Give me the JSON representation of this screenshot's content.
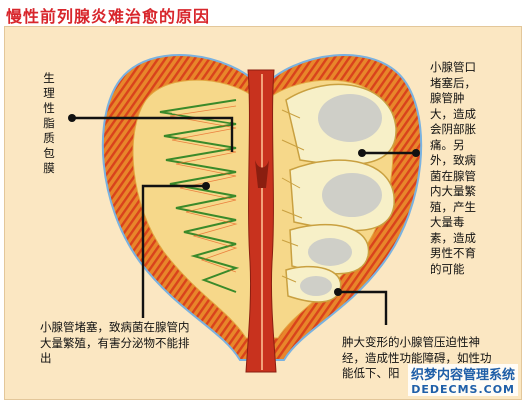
{
  "page": {
    "title": "慢性前列腺炎难治愈的原因"
  },
  "callouts": {
    "membrane": "生理性脂质包膜",
    "right": "小腺管口堵塞后，腺管肿大，造成会阴部胀痛。另外，致病菌在腺管内大量繁殖，产生大量毒素，造成男性不育的可能",
    "bottom_left": "小腺管堵塞，致病菌在腺管内大量繁殖，有害分泌物不能排出",
    "bottom_right": "肿大变形的小腺管压迫性神经，造成性功能障碍，如性功能低下、阳"
  },
  "watermark": {
    "brand": "织梦内容管理系统",
    "site": "DEDECMS.COM"
  },
  "colors": {
    "title": "#d8262c",
    "outer_capsule": "#e8862a",
    "capsule_stripe": "#d9421c",
    "tissue": "#f6d88a",
    "urethra": "#c8321e",
    "gland_outline": "#3a8a2a",
    "swollen_duct": "#f7f0c8",
    "duct_core": "#cfcfc8",
    "capsule_edge": "#7ab2e0",
    "pointer": "#111111"
  }
}
